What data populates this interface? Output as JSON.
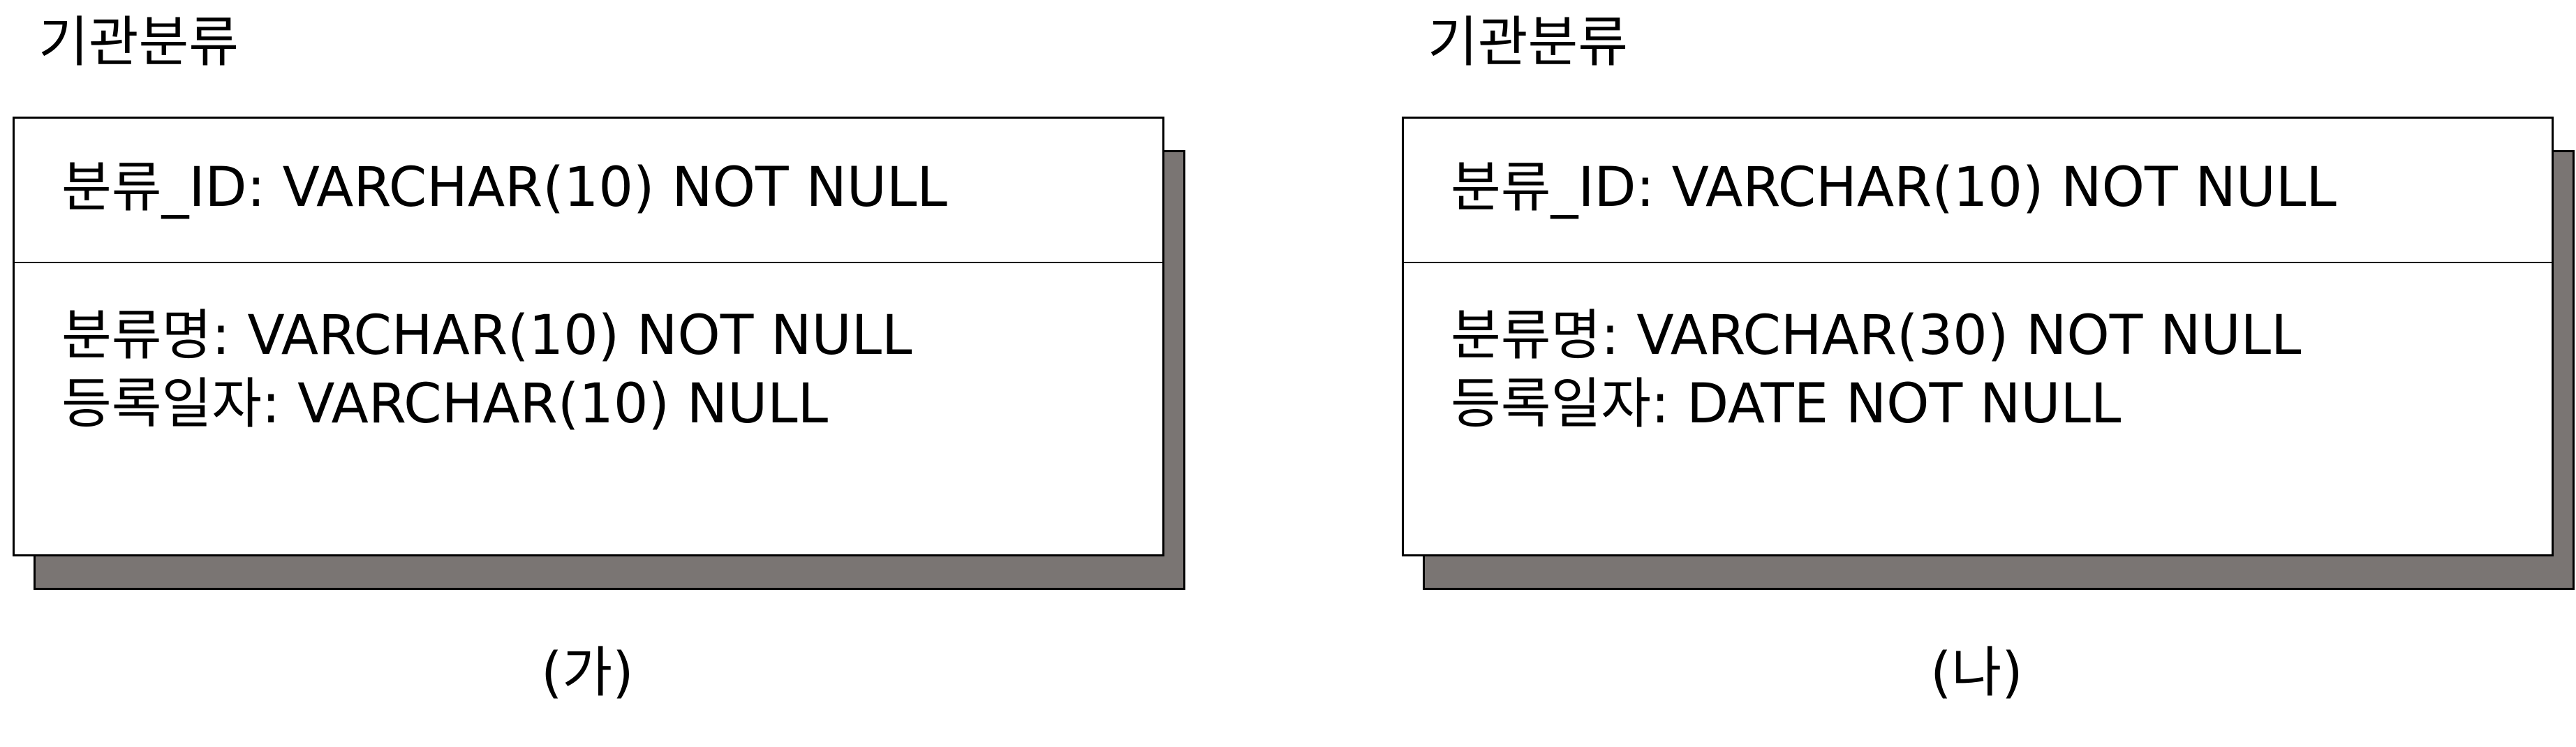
{
  "diagrams": [
    {
      "entity_name": "기관분류",
      "primary_key": "분류_ID: VARCHAR(10) NOT NULL",
      "attributes": [
        "분류명: VARCHAR(10) NOT NULL",
        "등록일자: VARCHAR(10) NULL"
      ],
      "caption": "(가)"
    },
    {
      "entity_name": "기관분류",
      "primary_key": "분류_ID: VARCHAR(10) NOT NULL",
      "attributes": [
        "분류명: VARCHAR(30) NOT NULL",
        "등록일자: DATE NOT NULL"
      ],
      "caption": "(나)"
    }
  ],
  "colors": {
    "shadow": "#7a7573",
    "border": "#000000",
    "box_background": "#ffffff"
  }
}
